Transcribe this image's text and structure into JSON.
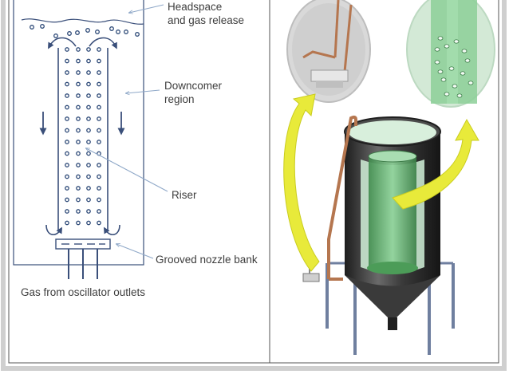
{
  "labels": {
    "headspace": "Headspace\nand gas release",
    "downcomer": "Downcomer\nregion",
    "riser": "Riser",
    "nozzle_bank": "Grooved nozzle bank",
    "gas_inlet": "Gas from oscillator outlets"
  },
  "colors": {
    "diagram_line": "#3a4f7a",
    "bubble": "#2e4a78",
    "leader": "#8fa8c8",
    "arrow_yellow": "#e8ea3a",
    "vessel_dark": "#2b2b2b",
    "riser_green": "#5fb06a",
    "pipe_copper": "#b5764f"
  }
}
